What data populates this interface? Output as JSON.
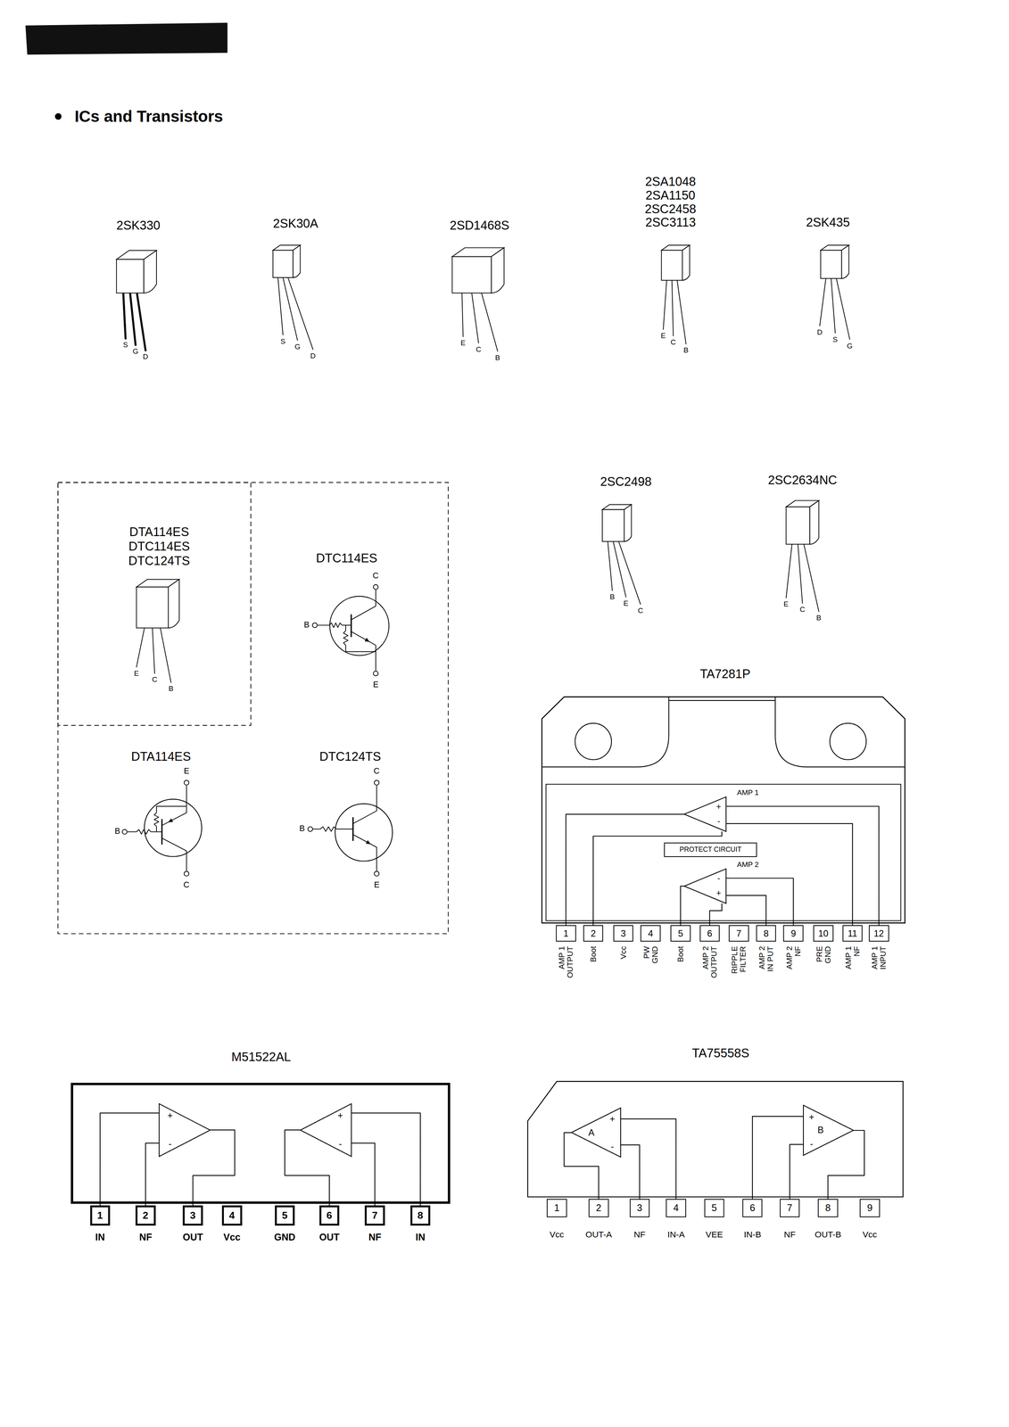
{
  "diagram": {
    "title": "ICs and Transistors",
    "nodes": [
      {
        "text": []
      },
      {
        "text": [
          "DTA114ES",
          "DTC114ES",
          "DTC124TS",
          "E",
          "C",
          "B"
        ],
        "in": 0
      },
      {
        "text": [
          "DTC114ES",
          "B",
          "C",
          "E"
        ],
        "in": 0
      },
      {
        "text": [
          "DTA114ES",
          "B",
          "E",
          "C"
        ],
        "in": 0
      },
      {
        "text": [
          "DTC124TS",
          "B",
          "C",
          "E"
        ],
        "in": 0
      },
      {
        "text": [
          "TA7281P"
        ]
      },
      {
        "text": [
          "AMP 1",
          "+",
          "-"
        ],
        "in": 5
      },
      {
        "text": [
          "PROTECT CIRCUIT"
        ],
        "in": 5
      },
      {
        "text": [
          "AMP 2",
          "-",
          "+"
        ],
        "in": 5
      },
      {
        "text": [
          "1",
          "AMP 1 OUTPUT"
        ]
      },
      {
        "text": [
          "2",
          "Boot"
        ]
      },
      {
        "text": [
          "3",
          "Vcc"
        ]
      },
      {
        "text": [
          "4",
          "PW GND"
        ]
      },
      {
        "text": [
          "5",
          "Boot"
        ]
      },
      {
        "text": [
          "6",
          "AMP 2 OUTPUT"
        ]
      },
      {
        "text": [
          "7",
          "RIPPLE FILTER"
        ]
      },
      {
        "text": [
          "8",
          "AMP 2 IN PUT"
        ]
      },
      {
        "text": [
          "9",
          "AMP 2 NF"
        ]
      },
      {
        "text": [
          "10",
          "PRE GND"
        ]
      },
      {
        "text": [
          "11",
          "AMP 1 NF"
        ]
      },
      {
        "text": [
          "12",
          "AMP 1 INPUT"
        ]
      },
      {
        "text": [
          "M51522AL"
        ]
      },
      {
        "text": [
          "+",
          "-"
        ],
        "in": 21
      },
      {
        "text": [
          "+",
          "-"
        ],
        "in": 21
      },
      {
        "text": [
          "1",
          "IN"
        ]
      },
      {
        "text": [
          "2",
          "NF"
        ]
      },
      {
        "text": [
          "3",
          "OUT"
        ]
      },
      {
        "text": [
          "4",
          "Vcc"
        ]
      },
      {
        "text": [
          "5",
          "GND"
        ]
      },
      {
        "text": [
          "6",
          "OUT"
        ]
      },
      {
        "text": [
          "7",
          "NF"
        ]
      },
      {
        "text": [
          "8",
          "IN"
        ]
      },
      {
        "text": [
          "TA75558S"
        ]
      },
      {
        "text": [
          "A",
          "+",
          "-"
        ],
        "in": 32
      },
      {
        "text": [
          "B",
          "+",
          "-"
        ],
        "in": 32
      },
      {
        "text": [
          "1",
          "Vcc"
        ]
      },
      {
        "text": [
          "2",
          "OUT-A"
        ]
      },
      {
        "text": [
          "3",
          "NF"
        ]
      },
      {
        "text": [
          "4",
          "IN-A"
        ]
      },
      {
        "text": [
          "5",
          "VEE"
        ]
      },
      {
        "text": [
          "6",
          "IN-B"
        ]
      },
      {
        "text": [
          "7",
          "NF"
        ]
      },
      {
        "text": [
          "8",
          "OUT-B"
        ]
      },
      {
        "text": [
          "9",
          "Vcc"
        ]
      }
    ],
    "edges": [
      {
        "from": 6,
        "to": 9,
        "arrow": "none"
      },
      {
        "from": 6,
        "to": 10,
        "arrow": "none"
      },
      {
        "from": 6,
        "to": 19,
        "arrow": "none"
      },
      {
        "from": 6,
        "to": 20,
        "arrow": "none"
      },
      {
        "from": 8,
        "to": 13,
        "arrow": "none"
      },
      {
        "from": 8,
        "to": 14,
        "arrow": "none"
      },
      {
        "from": 8,
        "to": 16,
        "arrow": "none"
      },
      {
        "from": 8,
        "to": 17,
        "arrow": "none"
      },
      {
        "from": 22,
        "to": 24,
        "arrow": "none"
      },
      {
        "from": 22,
        "to": 25,
        "arrow": "none"
      },
      {
        "from": 22,
        "to": 26,
        "arrow": "none"
      },
      {
        "from": 23,
        "to": 29,
        "arrow": "none"
      },
      {
        "from": 23,
        "to": 30,
        "arrow": "none"
      },
      {
        "from": 23,
        "to": 31,
        "arrow": "none"
      },
      {
        "from": 33,
        "to": 36,
        "arrow": "none"
      },
      {
        "from": 33,
        "to": 37,
        "arrow": "none"
      },
      {
        "from": 33,
        "to": 38,
        "arrow": "none"
      },
      {
        "from": 34,
        "to": 40,
        "arrow": "none"
      },
      {
        "from": 34,
        "to": 41,
        "arrow": "none"
      },
      {
        "from": 34,
        "to": 42,
        "arrow": "none"
      }
    ],
    "labels": [
      "2SA1048",
      "2SA1150",
      "2SC2458",
      "2SK330",
      "2SK30A",
      "2SD1468S",
      "2SC3113",
      "2SK435",
      "S",
      "G",
      "D",
      "S",
      "G",
      "D",
      "E",
      "C",
      "B",
      "E",
      "C",
      "B",
      "D",
      "S",
      "G",
      "2SC2498",
      "2SC2634NC",
      "B",
      "E",
      "C",
      "E",
      "C",
      "B"
    ]
  }
}
